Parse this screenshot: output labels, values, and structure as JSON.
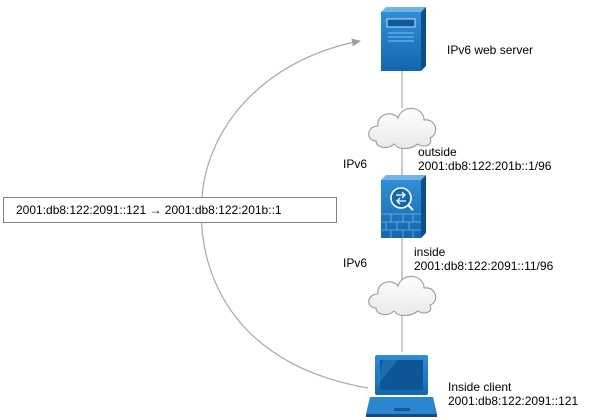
{
  "server": {
    "label": "IPv6 web server"
  },
  "outside": {
    "interface": "outside",
    "address": "2001:db8:122:201b::1/96"
  },
  "inside": {
    "interface": "inside",
    "address": "2001:db8:122:2091::11/96"
  },
  "network_labels": {
    "upper": "IPv6",
    "lower": "IPv6"
  },
  "client": {
    "label": "Inside client",
    "address": "2001:db8:122:2091::121"
  },
  "translation": {
    "text": "2001:db8:122:2091::121 → 2001:db8:122:201b::1"
  },
  "colors": {
    "device_blue": "#1a78c2",
    "device_dark": "#0b4f8a",
    "line_gray": "#a8a8a8",
    "cloud_stroke": "#9a9a9a"
  }
}
